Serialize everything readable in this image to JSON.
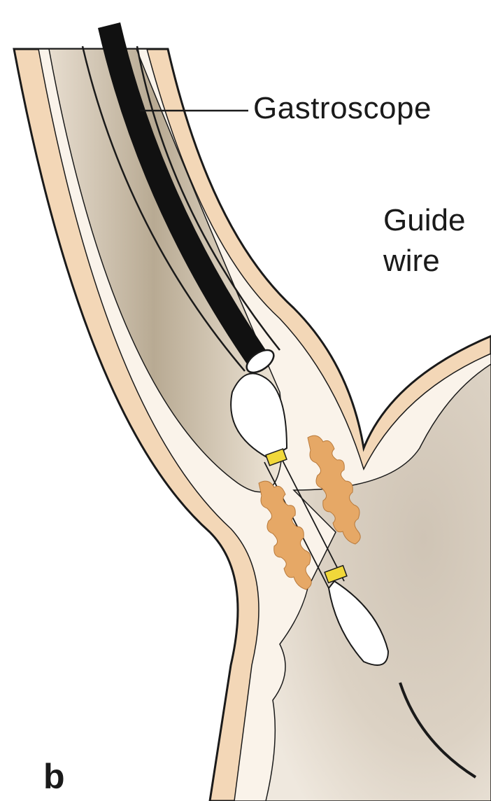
{
  "figure": {
    "panel_letter": "b",
    "labels": {
      "gastroscope": "Gastroscope",
      "guide_wire_line1": "Guide",
      "guide_wire_line2": "wire"
    }
  },
  "colors": {
    "wall_outer": "#f3d7b7",
    "wall_inner": "#faf3ea",
    "lumen_shade": "#c9bca8",
    "stomach": "#d9cfc2",
    "scope": "#111111",
    "balloon": "#ffffff",
    "marker": "#f1d83a",
    "tissue": "#e6a866",
    "outline": "#1a1a1a"
  }
}
